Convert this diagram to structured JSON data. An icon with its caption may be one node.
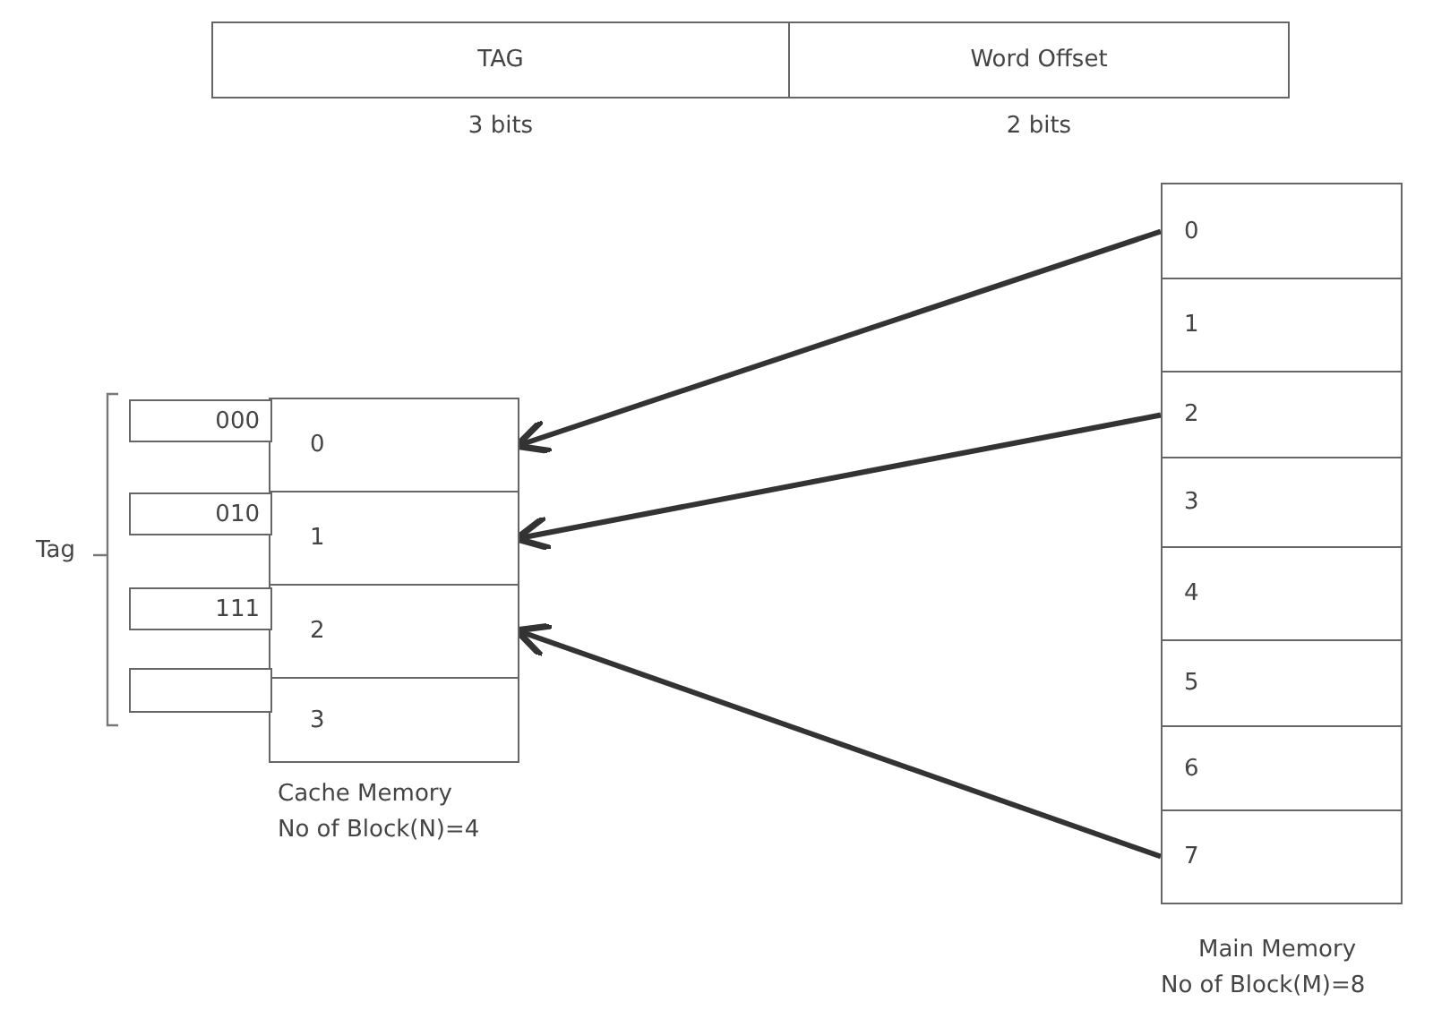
{
  "diagram": {
    "nodes": [
      {
        "text": [
          "TAG"
        ],
        "beside": [
          "3 bits"
        ]
      },
      {
        "text": [
          "Word Offset"
        ],
        "beside": [
          "2 bits"
        ]
      },
      {
        "text": [
          "000"
        ]
      },
      {
        "text": [
          "0"
        ]
      },
      {
        "text": [
          "010"
        ]
      },
      {
        "text": [
          "1"
        ]
      },
      {
        "text": [
          "111"
        ]
      },
      {
        "text": [
          "2"
        ]
      },
      {
        "text": [],
        "shape": "box"
      },
      {
        "text": [
          "3"
        ]
      },
      {
        "text": [
          "0"
        ]
      },
      {
        "text": [
          "1"
        ]
      },
      {
        "text": [
          "2"
        ]
      },
      {
        "text": [
          "3"
        ]
      },
      {
        "text": [
          "4"
        ]
      },
      {
        "text": [
          "5"
        ]
      },
      {
        "text": [
          "6"
        ]
      },
      {
        "text": [
          "7"
        ]
      }
    ],
    "edges": [
      {
        "from": 10,
        "to": 3,
        "arrow": "to"
      },
      {
        "from": 12,
        "to": 5,
        "arrow": "to"
      },
      {
        "from": 17,
        "to": 7,
        "arrow": "to"
      }
    ],
    "labels": [
      "Tag",
      "Cache Memory",
      "No of Block(N)=4",
      "Main Memory",
      "No of Block(M)=8"
    ]
  }
}
